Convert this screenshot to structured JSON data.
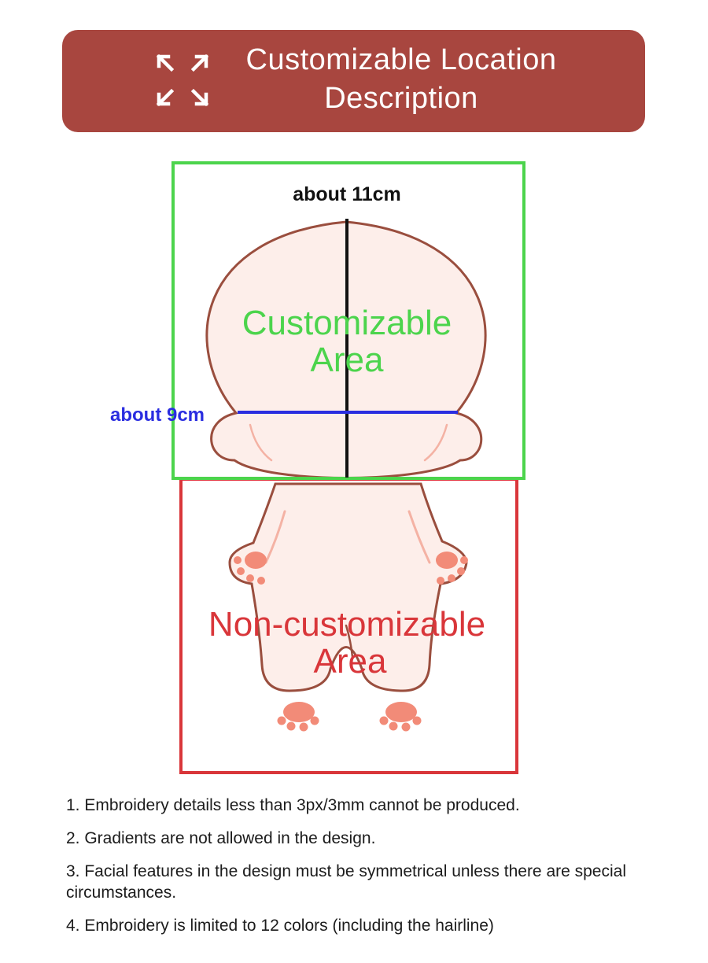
{
  "header": {
    "title_line1": "Customizable Location",
    "title_line2": "Description",
    "icon": "expand-arrows-icon"
  },
  "diagram": {
    "width_label": "about 11cm",
    "height_label": "about 9cm",
    "custom_area_line1": "Customizable",
    "custom_area_line2": "Area",
    "noncustom_area_line1": "Non-customizable",
    "noncustom_area_line2": "Area",
    "colors": {
      "header_bg": "#a8463f",
      "customizable_box": "#4cd44c",
      "noncustomizable_box": "#d9363a",
      "measure_blue": "#2a2de0",
      "doll_fill": "#fdeeea",
      "doll_outline": "#9a4e3e",
      "paw_pad": "#f28b78"
    }
  },
  "notes": [
    "1. Embroidery details less than 3px/3mm cannot be produced.",
    "2. Gradients are not allowed in the design.",
    "3. Facial features in the design must be symmetrical unless there are  special circumstances.",
    "4. Embroidery is limited to 12 colors (including the hairline)"
  ]
}
